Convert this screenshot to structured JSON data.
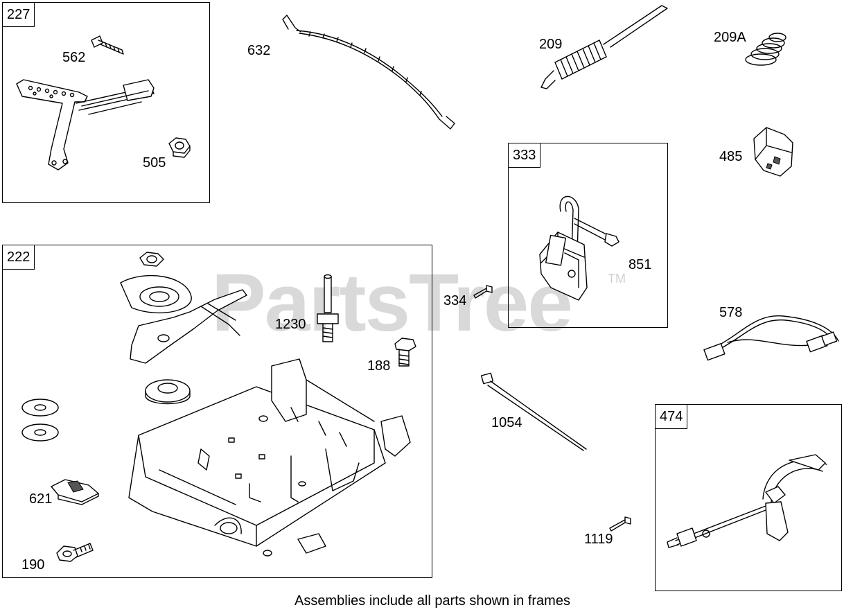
{
  "watermark": {
    "text": "PartsTree",
    "tm": "TM"
  },
  "frames": {
    "f227": "227",
    "f222": "222",
    "f333": "333",
    "f474": "474"
  },
  "callouts": {
    "c562": "562",
    "c505": "505",
    "c632": "632",
    "c209": "209",
    "c209a": "209A",
    "c485": "485",
    "c851": "851",
    "c334": "334",
    "c1230": "1230",
    "c188": "188",
    "c578": "578",
    "c1054": "1054",
    "c621": "621",
    "c190": "190",
    "c1119": "1119"
  },
  "footer": "Assemblies include all parts shown in frames"
}
